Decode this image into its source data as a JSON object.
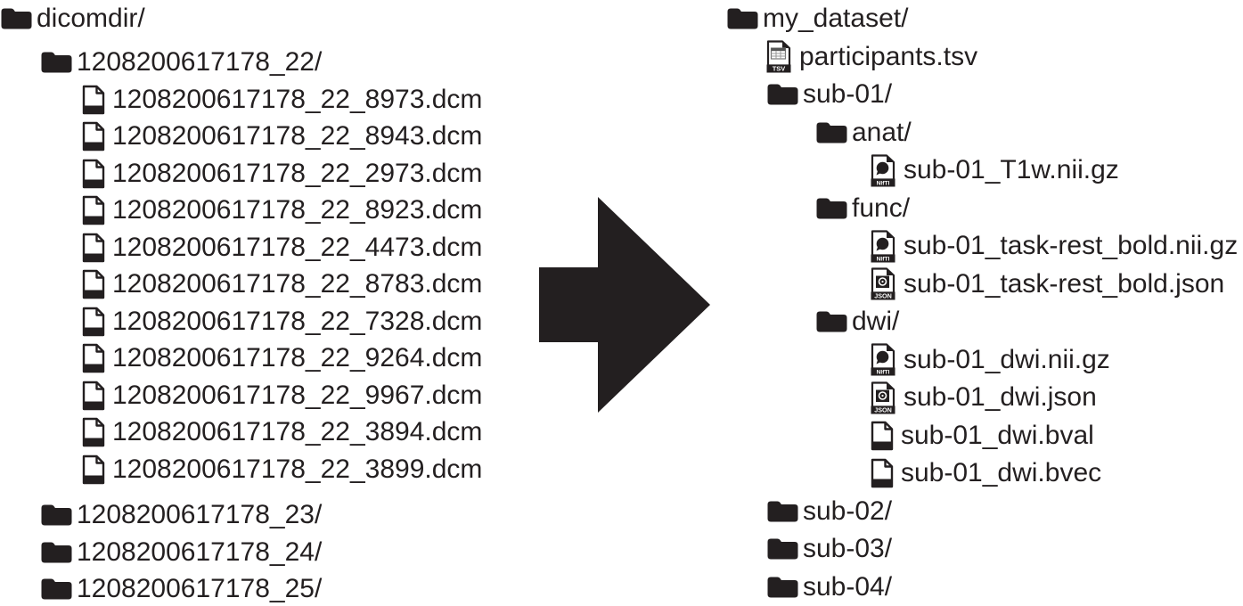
{
  "colors": {
    "ink": "#231f20",
    "background": "#ffffff"
  },
  "badges": {
    "tsv": "TSV",
    "nifti": "NIfTI",
    "json": "JSON"
  },
  "arrow": {
    "direction": "right"
  },
  "left_tree": {
    "rows": [
      {
        "icon": "folder",
        "indent": 0,
        "label": "dicomdir/"
      },
      {
        "icon": "folder",
        "indent": 1,
        "label": "1208200617178_22/"
      },
      {
        "icon": "file",
        "indent": 2,
        "label": "1208200617178_22_8973.dcm"
      },
      {
        "icon": "file",
        "indent": 2,
        "label": "1208200617178_22_8943.dcm"
      },
      {
        "icon": "file",
        "indent": 2,
        "label": "1208200617178_22_2973.dcm"
      },
      {
        "icon": "file",
        "indent": 2,
        "label": "1208200617178_22_8923.dcm"
      },
      {
        "icon": "file",
        "indent": 2,
        "label": "1208200617178_22_4473.dcm"
      },
      {
        "icon": "file",
        "indent": 2,
        "label": "1208200617178_22_8783.dcm"
      },
      {
        "icon": "file",
        "indent": 2,
        "label": "1208200617178_22_7328.dcm"
      },
      {
        "icon": "file",
        "indent": 2,
        "label": "1208200617178_22_9264.dcm"
      },
      {
        "icon": "file",
        "indent": 2,
        "label": "1208200617178_22_9967.dcm"
      },
      {
        "icon": "file",
        "indent": 2,
        "label": "1208200617178_22_3894.dcm"
      },
      {
        "icon": "file",
        "indent": 2,
        "label": "1208200617178_22_3899.dcm"
      },
      {
        "icon": "folder",
        "indent": 1,
        "label": "1208200617178_23/"
      },
      {
        "icon": "folder",
        "indent": 1,
        "label": "1208200617178_24/"
      },
      {
        "icon": "folder",
        "indent": 1,
        "label": "1208200617178_25/"
      }
    ]
  },
  "right_tree": {
    "rows": [
      {
        "icon": "folder",
        "indent": 0,
        "label": "my_dataset/"
      },
      {
        "icon": "tsv",
        "indent": 1,
        "label": "participants.tsv"
      },
      {
        "icon": "folder",
        "indent": 1,
        "label": "sub-01/"
      },
      {
        "icon": "folder",
        "indent": 2,
        "label": "anat/"
      },
      {
        "icon": "nifti",
        "indent": 3,
        "label": "sub-01_T1w.nii.gz"
      },
      {
        "icon": "folder",
        "indent": 2,
        "label": "func/"
      },
      {
        "icon": "nifti",
        "indent": 3,
        "label": "sub-01_task-rest_bold.nii.gz"
      },
      {
        "icon": "json",
        "indent": 3,
        "label": "sub-01_task-rest_bold.json"
      },
      {
        "icon": "folder",
        "indent": 2,
        "label": "dwi/"
      },
      {
        "icon": "nifti",
        "indent": 3,
        "label": "sub-01_dwi.nii.gz"
      },
      {
        "icon": "json",
        "indent": 3,
        "label": "sub-01_dwi.json"
      },
      {
        "icon": "file",
        "indent": 3,
        "label": "sub-01_dwi.bval"
      },
      {
        "icon": "file",
        "indent": 3,
        "label": "sub-01_dwi.bvec"
      },
      {
        "icon": "folder",
        "indent": 1,
        "label": "sub-02/"
      },
      {
        "icon": "folder",
        "indent": 1,
        "label": "sub-03/"
      },
      {
        "icon": "folder",
        "indent": 1,
        "label": "sub-04/"
      }
    ]
  }
}
